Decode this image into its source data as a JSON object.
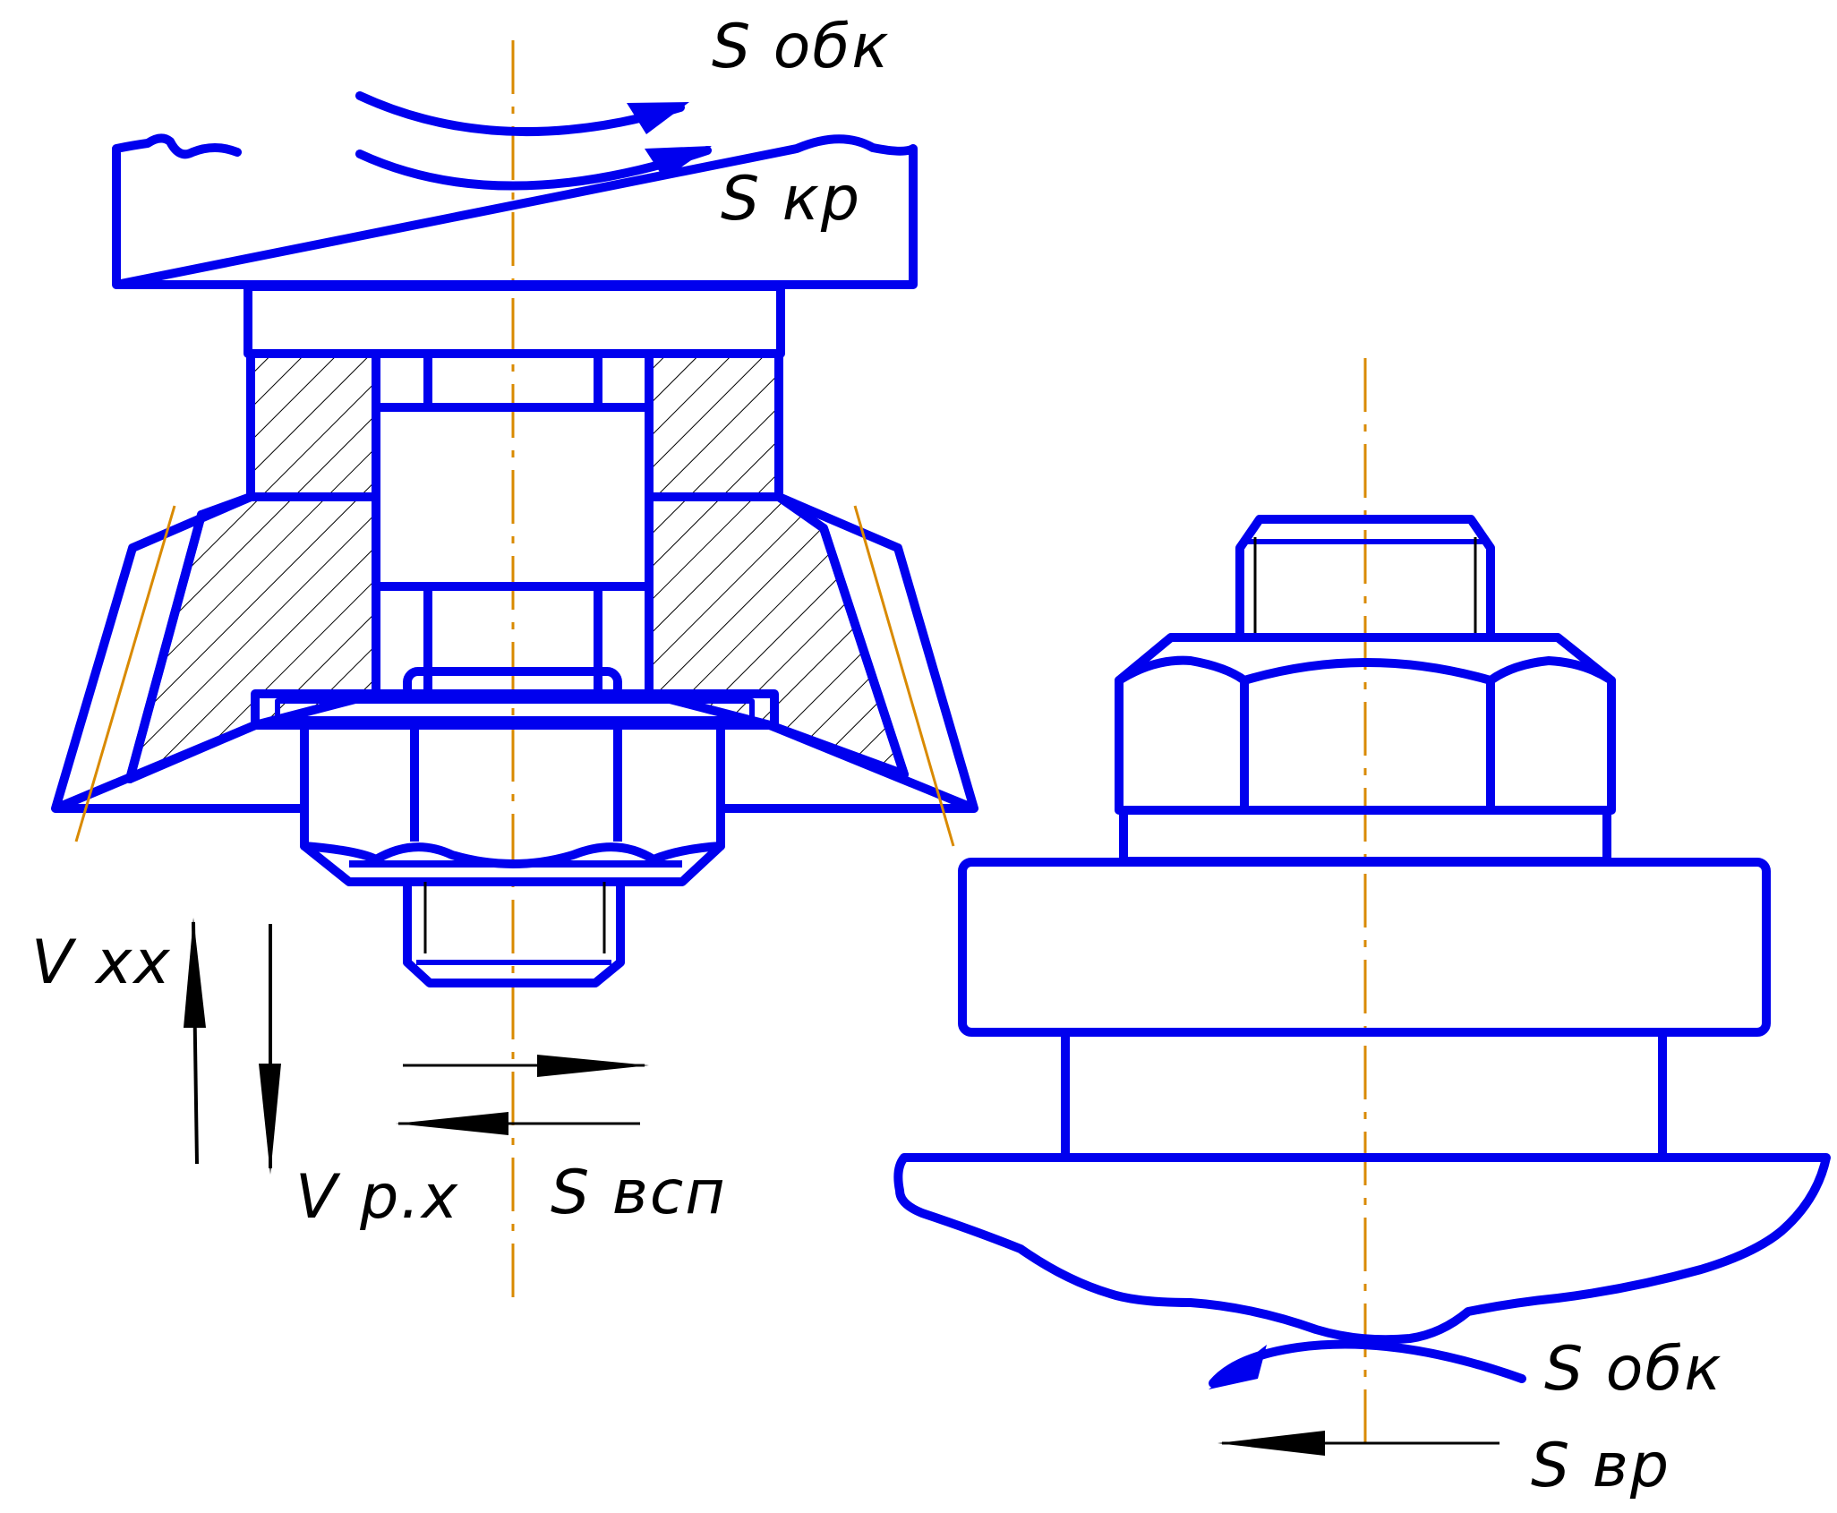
{
  "labels": {
    "s_obk_top": "S обк",
    "s_kr": "S кр",
    "v_xx": "V xx",
    "v_rx": "V р.х",
    "s_vsp": "S всп",
    "s_obk_bottom": "S обк",
    "s_vr": "S вр"
  },
  "colors": {
    "outline": "#0000ee",
    "axis": "#d98a00",
    "annotation": "#000000"
  }
}
